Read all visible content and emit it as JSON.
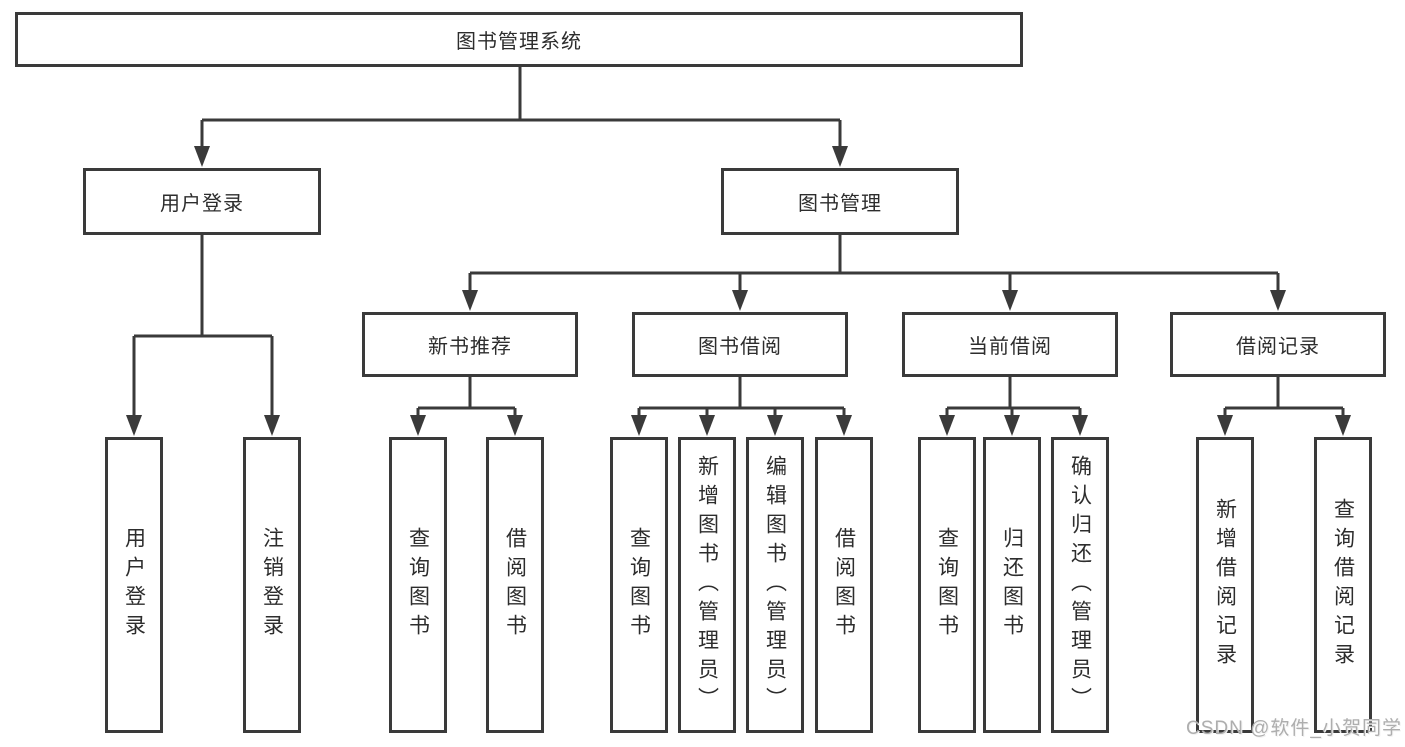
{
  "diagram": {
    "root": {
      "label": "图书管理系统"
    },
    "login": {
      "label": "用户登录",
      "children": [
        {
          "label": "用户登录"
        },
        {
          "label": "注销登录"
        }
      ]
    },
    "management": {
      "label": "图书管理",
      "groups": [
        {
          "label": "新书推荐",
          "children": [
            {
              "label": "查询图书"
            },
            {
              "label": "借阅图书"
            }
          ]
        },
        {
          "label": "图书借阅",
          "children": [
            {
              "label": "查询图书"
            },
            {
              "label": "新增图书（管理员）"
            },
            {
              "label": "编辑图书（管理员）"
            },
            {
              "label": "借阅图书"
            }
          ]
        },
        {
          "label": "当前借阅",
          "children": [
            {
              "label": "查询图书"
            },
            {
              "label": "归还图书"
            },
            {
              "label": "确认归还（管理员）"
            }
          ]
        },
        {
          "label": "借阅记录",
          "children": [
            {
              "label": "新增借阅记录"
            },
            {
              "label": "查询借阅记录"
            }
          ]
        }
      ]
    }
  },
  "watermark": {
    "text": "CSDN @软件_小贺同学"
  },
  "colors": {
    "line": "#3a3a3a",
    "text": "#2d2d2d",
    "watermark": "#aeaeae",
    "background": "#ffffff"
  }
}
